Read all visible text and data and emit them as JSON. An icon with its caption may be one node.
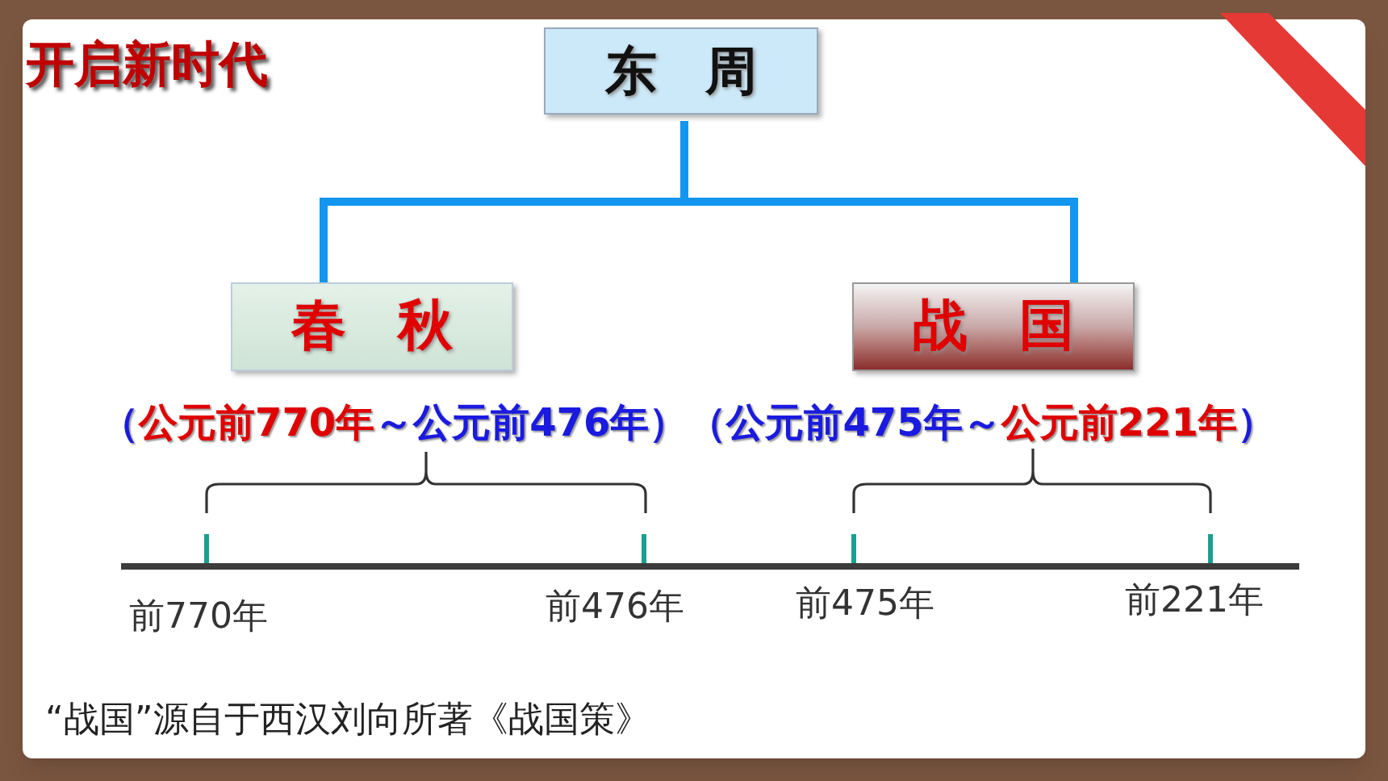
{
  "diagram": {
    "title": "开启新时代",
    "nodes": [
      {
        "text": [
          "东 周"
        ]
      },
      {
        "text": [
          "春 秋"
        ]
      },
      {
        "text": [
          "战 国"
        ]
      }
    ],
    "edges": [
      {
        "from": 0,
        "to": 1,
        "arrow": "none"
      },
      {
        "from": 0,
        "to": 2,
        "arrow": "none"
      }
    ],
    "labels": [
      "（",
      "公元前770年",
      "～公元前476年）",
      "（公元前475年～",
      "公元前221年",
      "）",
      "前770年",
      "前476年",
      "前475年",
      "前221年"
    ],
    "caption": "“战国”源自于西汉刘向所著《战国策》"
  }
}
